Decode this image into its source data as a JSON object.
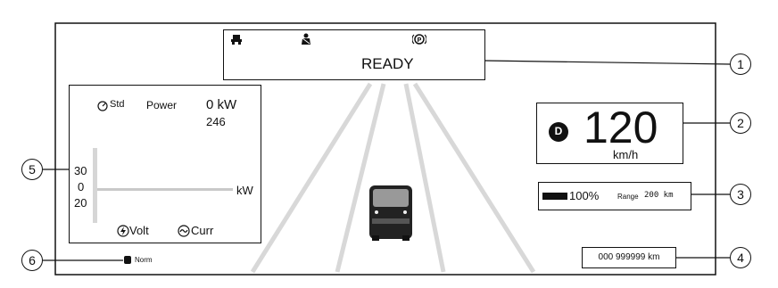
{
  "status_panel": {
    "ready_text": "READY"
  },
  "speed_panel": {
    "gear": "D",
    "speed": "120",
    "unit": "km/h"
  },
  "battery_panel": {
    "percent": "100%",
    "range_label": "Range",
    "range_value": "200 km",
    "level": 1.0
  },
  "odometer": {
    "value": "000 999999 km"
  },
  "power_panel": {
    "mode": "Std",
    "power_label": "Power",
    "power_value": "0 kW",
    "power_max": "246",
    "scale_top": "30",
    "scale_mid": "0",
    "scale_bottom": "20",
    "axis_unit": "kW",
    "volt_label": "Volt",
    "curr_label": "Curr"
  },
  "drive_mode": {
    "label": "Norm"
  },
  "callouts": [
    "1",
    "2",
    "3",
    "4",
    "5",
    "6"
  ],
  "icons": [
    "seatbelt-warning-icon",
    "passenger-seatbelt-icon",
    "parking-brake-icon",
    "gear-d-icon",
    "battery-icon",
    "gauge-icon",
    "volt-icon",
    "curr-icon",
    "car-icon",
    "drive-mode-icon"
  ]
}
